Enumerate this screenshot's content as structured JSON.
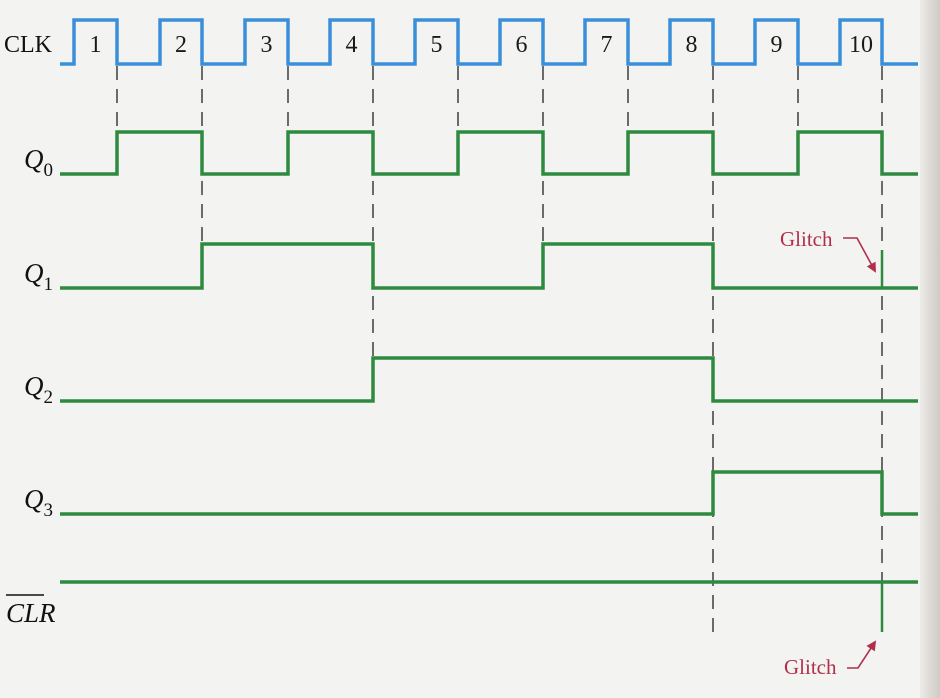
{
  "figure": {
    "type": "timing-diagram",
    "colors": {
      "clock": "#3a8fdb",
      "signal": "#2e8a3e",
      "annotation": "#b0304a",
      "guide": "#222222",
      "label": "#111111"
    },
    "clock": {
      "label": "CLK",
      "pulses": [
        "1",
        "2",
        "3",
        "4",
        "5",
        "6",
        "7",
        "8",
        "9",
        "10"
      ]
    },
    "signals": [
      {
        "id": "q0",
        "label": "Q",
        "subscript": "0",
        "initial": 0,
        "toggles_after_pulse": [
          1,
          2,
          3,
          4,
          5,
          6,
          7,
          8,
          9,
          10
        ]
      },
      {
        "id": "q1",
        "label": "Q",
        "subscript": "1",
        "initial": 0,
        "toggles_after_pulse": [
          2,
          4,
          6,
          8
        ]
      },
      {
        "id": "q2",
        "label": "Q",
        "subscript": "2",
        "initial": 0,
        "toggles_after_pulse": [
          4,
          8
        ]
      },
      {
        "id": "q3",
        "label": "Q",
        "subscript": "3",
        "initial": 0,
        "toggles_after_pulse": [
          8,
          10
        ]
      },
      {
        "id": "clr",
        "label": "CLR",
        "subscript": "",
        "overbar": true,
        "initial": 1,
        "toggles_after_pulse": []
      }
    ],
    "glitches": [
      {
        "signal": "q1",
        "after_pulse": 10,
        "direction": "up",
        "label": "Glitch"
      },
      {
        "signal": "clr",
        "after_pulse": 10,
        "direction": "down",
        "label": "Glitch"
      }
    ]
  }
}
